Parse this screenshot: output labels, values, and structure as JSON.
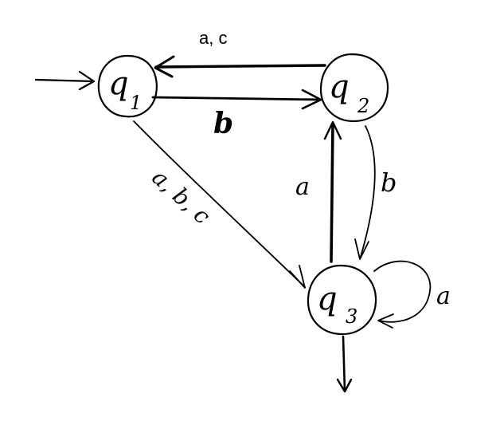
{
  "states": [
    {
      "id": "q1",
      "letter": "q",
      "index": "1"
    },
    {
      "id": "q2",
      "letter": "q",
      "index": "2"
    },
    {
      "id": "q3",
      "letter": "q",
      "index": "3"
    }
  ],
  "transitions": [
    {
      "from": "q2",
      "to": "q1",
      "label": "a, c"
    },
    {
      "from": "q1",
      "to": "q2",
      "label": "b"
    },
    {
      "from": "q1",
      "to": "q3",
      "label": "a, b, c"
    },
    {
      "from": "q2",
      "to": "q3",
      "label": "b"
    },
    {
      "from": "q3",
      "to": "q2",
      "label": "a"
    },
    {
      "from": "q3",
      "to": "q3",
      "label": "a"
    }
  ],
  "initial_state": "q1",
  "final_state": "q3"
}
